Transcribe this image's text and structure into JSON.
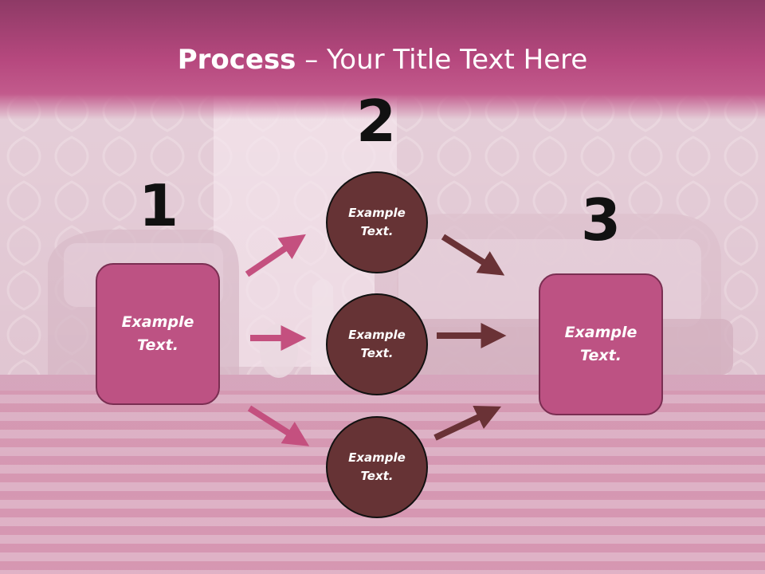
{
  "title": {
    "bold": "Process",
    "rest": " – Your Title Text Here"
  },
  "steps": {
    "one": "1",
    "two": "2",
    "three": "3"
  },
  "left_box": {
    "text": "Example Text."
  },
  "right_box": {
    "text": "Example Text."
  },
  "circles": [
    {
      "text": "Example Text."
    },
    {
      "text": "Example Text."
    },
    {
      "text": "Example Text."
    }
  ],
  "colors": {
    "header": "#b6487e",
    "box_fill": "#bd5283",
    "circle_fill": "#663335",
    "arrow_pink": "#c4507f",
    "arrow_dark": "#6a3236"
  }
}
